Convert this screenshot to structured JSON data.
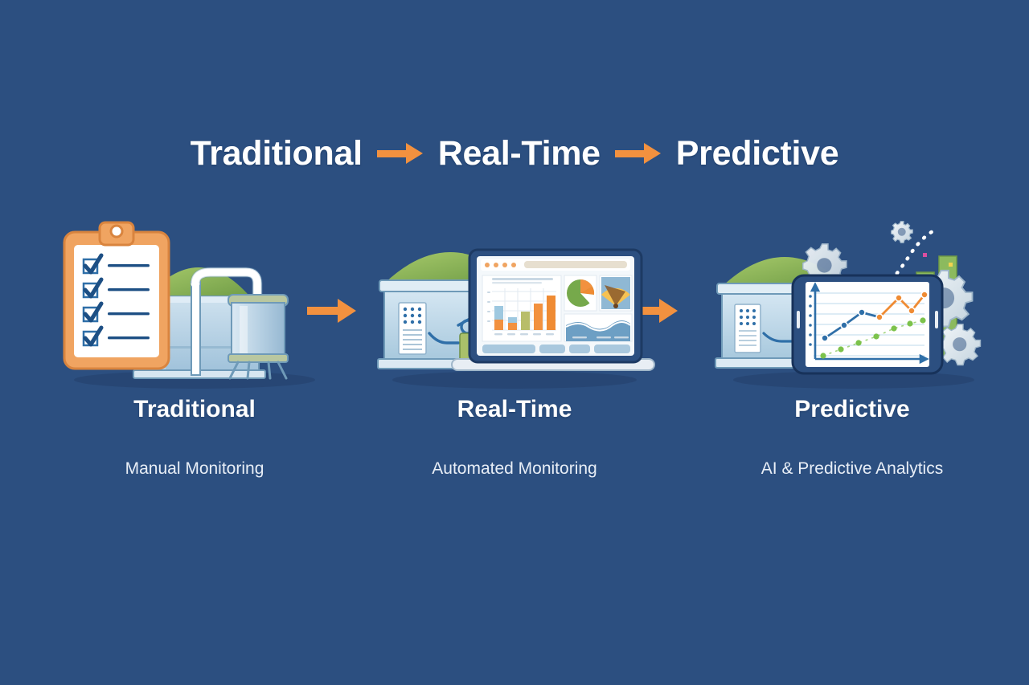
{
  "background_color": "#2c4f80",
  "accent_color": "#f2913f",
  "title": {
    "word_1": "Traditional",
    "word_2": "Real-Time",
    "word_3": "Predictive",
    "arrow_1_name": "arrow-right-icon",
    "arrow_2_name": "arrow-right-icon"
  },
  "flow": {
    "arrow_1_name": "arrow-right-icon",
    "arrow_2_name": "arrow-right-icon"
  },
  "stages": [
    {
      "label": "Traditional",
      "sublabel": "Manual Monitoring",
      "illustration": "clipboard-checklist-with-water-treatment-tank",
      "checklist_items": 4
    },
    {
      "label": "Real-Time",
      "sublabel": "Automated Monitoring",
      "illustration": "laptop-dashboard-with-treatment-plant",
      "dashboard": {
        "bar_chart_values": [
          58,
          30,
          46,
          66,
          80
        ],
        "bar_chart_colors": [
          "#9ec8e0",
          "#f2913f",
          "#b8bd6a",
          "#f2913f",
          "#ef8b33"
        ],
        "pie_slices": [
          62,
          24,
          14
        ],
        "pie_colors": [
          "#76a94b",
          "#f2913f",
          "#ffffff"
        ],
        "gauge_name": "gauge-chart",
        "area_chart_name": "area-chart"
      }
    },
    {
      "label": "Predictive",
      "sublabel": "AI & Predictive Analytics",
      "illustration": "tablet-trend-chart-with-gears-and-growth-bars",
      "tablet_chart": {
        "series_blue": [
          20,
          38,
          52
        ],
        "series_orange": [
          50,
          62,
          84,
          70,
          86
        ],
        "series_green_dots": [
          8,
          14,
          24,
          30,
          40,
          50,
          56
        ],
        "colors": {
          "blue": "#2f6fa8",
          "orange": "#ef8b33",
          "green": "#7cc24b"
        }
      },
      "growth_bars": [
        22,
        38,
        54,
        70,
        88
      ],
      "growth_bar_color": "#8cba5e",
      "gear_count": 4
    }
  ]
}
